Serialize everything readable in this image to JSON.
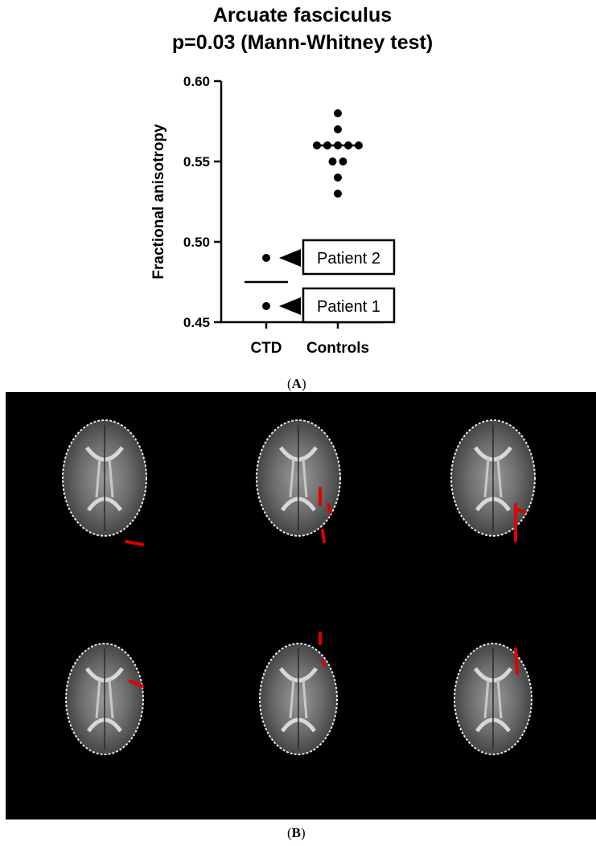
{
  "panel_a_label": "A",
  "panel_b_label": "B",
  "chart_data": {
    "type": "scatter",
    "title": "Arcuate fasciculus",
    "subtitle": "p=0.03 (Mann-Whitney test)",
    "xlabel": "",
    "ylabel": "Fractional anisotropy",
    "categories": [
      "CTD",
      "Controls"
    ],
    "ylim": [
      0.45,
      0.6
    ],
    "yticks": [
      "0.45",
      "0.50",
      "0.55",
      "0.60"
    ],
    "grid": false,
    "series": [
      {
        "category": "CTD",
        "values": [
          0.49,
          0.46
        ],
        "median": 0.475
      },
      {
        "category": "Controls",
        "values": [
          0.58,
          0.57,
          0.56,
          0.56,
          0.56,
          0.56,
          0.56,
          0.55,
          0.55,
          0.54,
          0.53
        ],
        "median": 0.56
      }
    ],
    "annotations": [
      {
        "text": "Patient 2",
        "category": "CTD",
        "value": 0.49
      },
      {
        "text": "Patient 1",
        "category": "CTD",
        "value": 0.46
      }
    ]
  },
  "brain_images": {
    "background": "#000000",
    "highlight_color": "#e00000",
    "rows": 2,
    "columns": 3
  }
}
